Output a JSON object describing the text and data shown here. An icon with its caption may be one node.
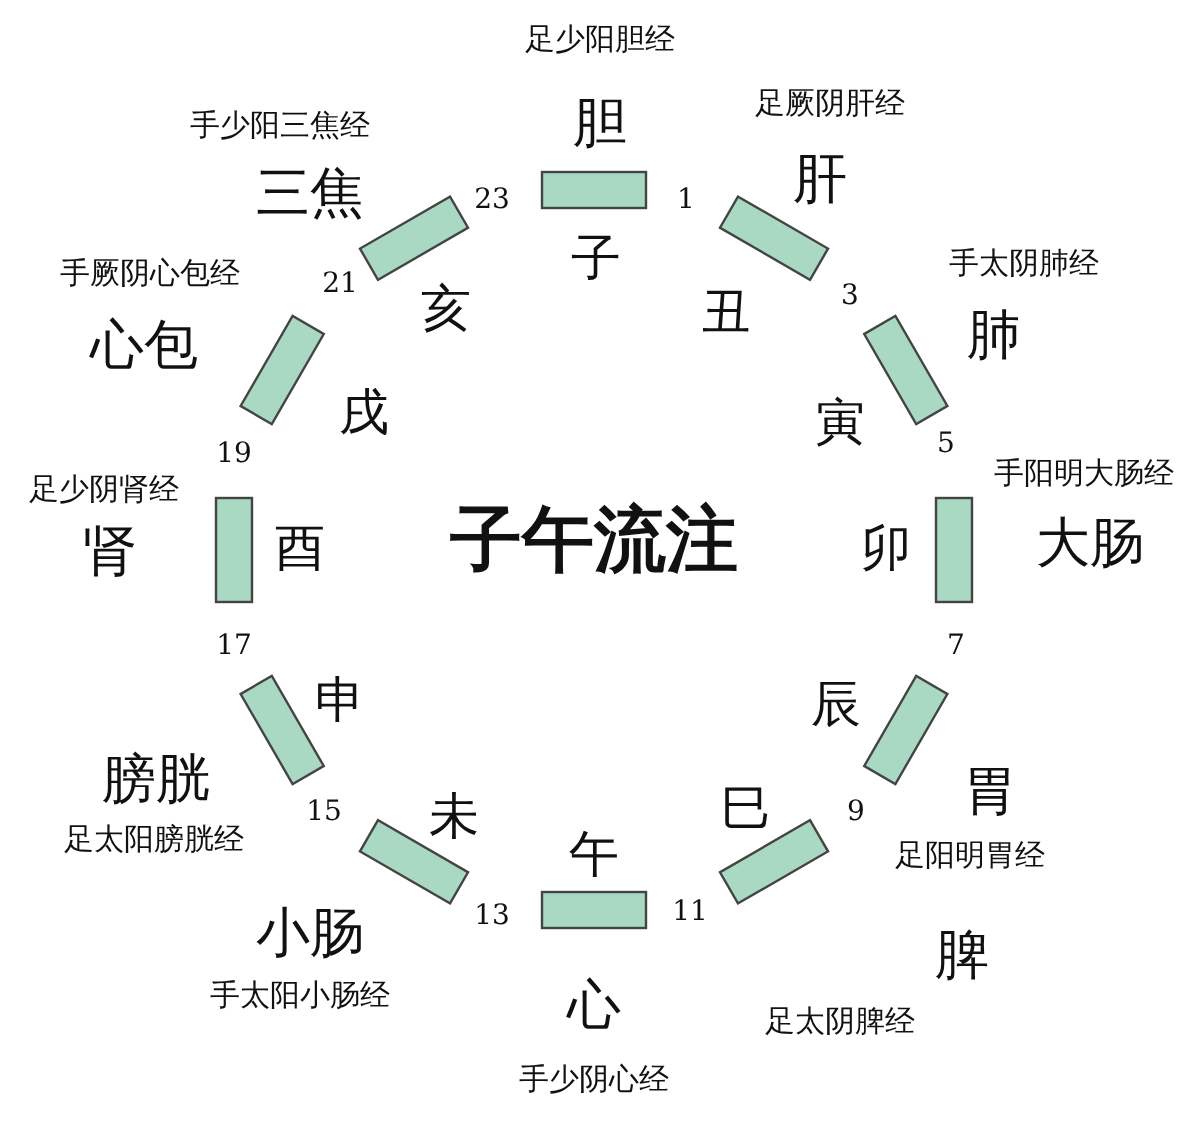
{
  "diagram": {
    "title": "子午流注",
    "labels": [
      "足少阳胆经",
      "手少阳三焦经",
      "足厥阴肝经",
      "胆",
      "三焦",
      "肝",
      "23",
      "1",
      "子",
      "手厥阴心包经",
      "手太阴肺经",
      "21",
      "3",
      "亥",
      "丑",
      "心包",
      "肺",
      "戌",
      "寅",
      "19",
      "5",
      "足少阴肾经",
      "手阳明大肠经",
      "肾",
      "酉",
      "卯",
      "大肠",
      "17",
      "7",
      "申",
      "辰",
      "膀胱",
      "胃",
      "15",
      "9",
      "未",
      "巳",
      "足太阳膀胱经",
      "午",
      "足阳明胃经",
      "13",
      "11",
      "小肠",
      "脾",
      "手太阳小肠经",
      "心",
      "足太阴脾经",
      "手少阴心经"
    ]
  }
}
